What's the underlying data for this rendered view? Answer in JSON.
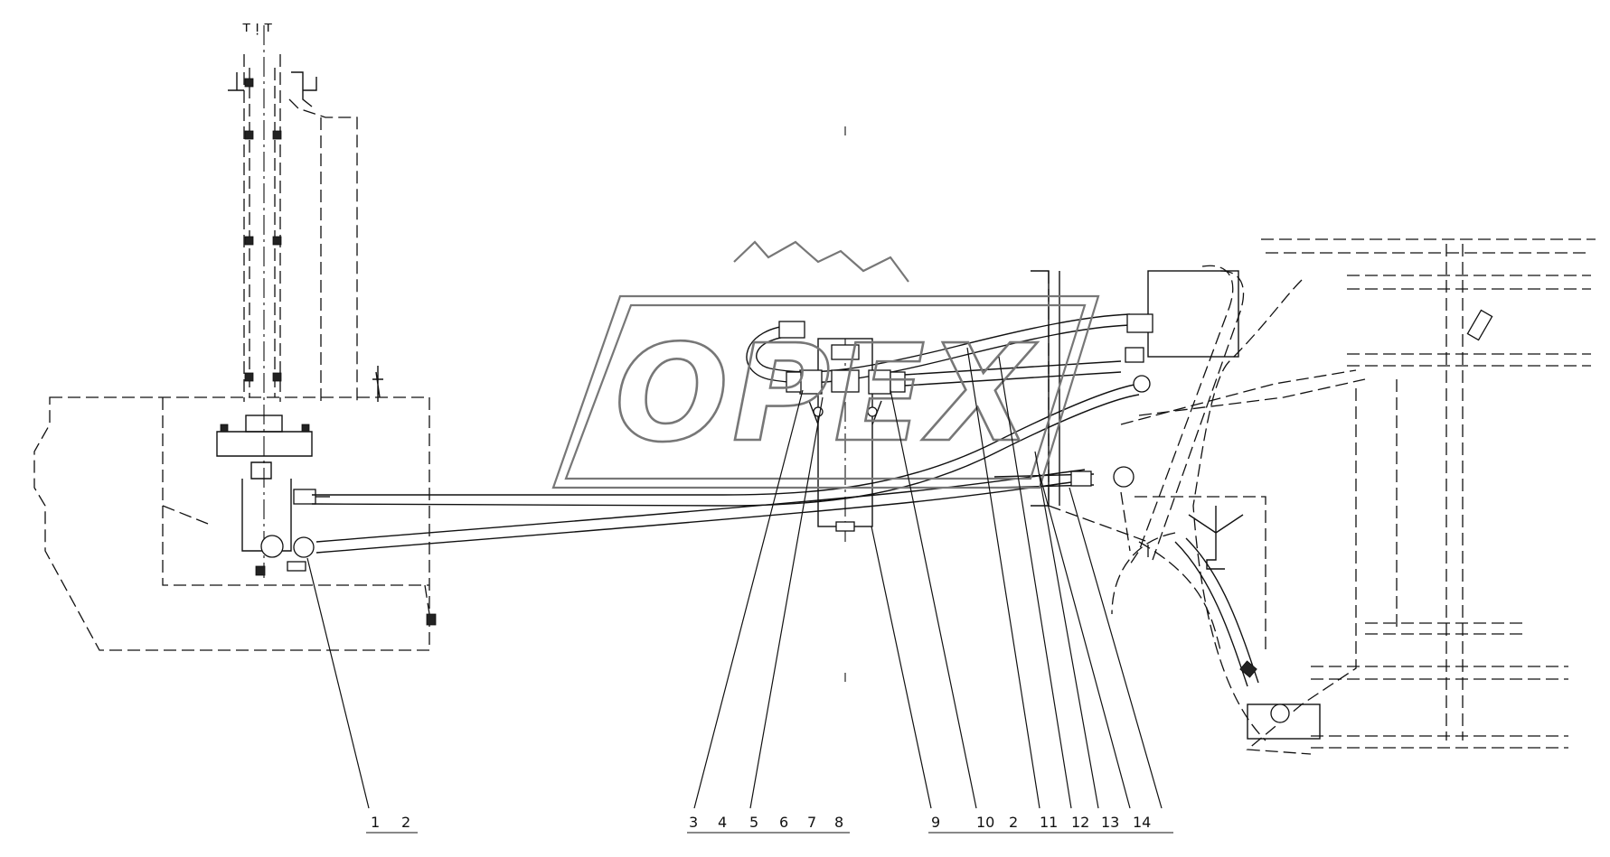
{
  "watermark": {
    "text": "OPEX"
  },
  "top_mark": "ᴛ ᴉ ᴛ",
  "callouts": [
    {
      "id": "c1",
      "label": "1"
    },
    {
      "id": "c2a",
      "label": "2"
    },
    {
      "id": "c3",
      "label": "3"
    },
    {
      "id": "c4",
      "label": "4"
    },
    {
      "id": "c5",
      "label": "5"
    },
    {
      "id": "c6",
      "label": "6"
    },
    {
      "id": "c7",
      "label": "7"
    },
    {
      "id": "c8",
      "label": "8"
    },
    {
      "id": "c9",
      "label": "9"
    },
    {
      "id": "c10",
      "label": "10"
    },
    {
      "id": "c2b",
      "label": "2"
    },
    {
      "id": "c11",
      "label": "11"
    },
    {
      "id": "c12",
      "label": "12"
    },
    {
      "id": "c13",
      "label": "13"
    },
    {
      "id": "c14",
      "label": "14"
    }
  ],
  "colors": {
    "line": "#111111",
    "watermark": "#777777",
    "background": "#ffffff"
  }
}
